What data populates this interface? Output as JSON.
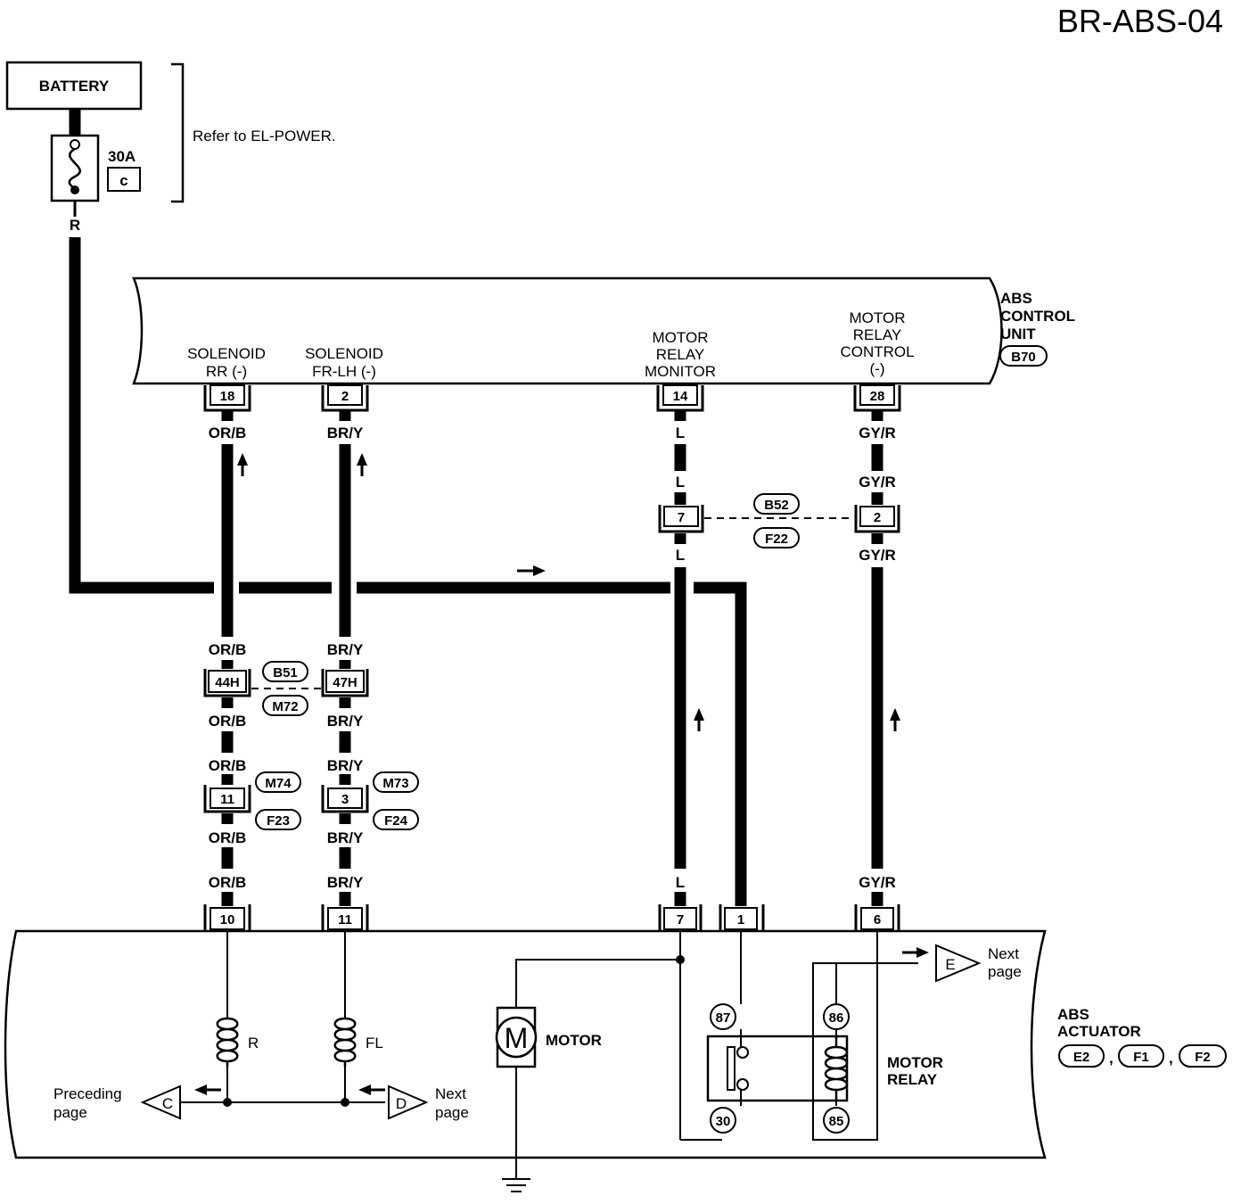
{
  "header": {
    "page_code": "BR-ABS-04"
  },
  "battery": {
    "label": "BATTERY",
    "fuse_rating": "30A",
    "fuse_id": "c",
    "reference": "Refer to EL-POWER.",
    "wire_color": "R"
  },
  "abs_control_unit": {
    "label_lines": [
      "ABS",
      "CONTROL",
      "UNIT"
    ],
    "connector": "B70",
    "terminals": [
      {
        "name_lines": [
          "SOLENOID",
          "RR (-)"
        ],
        "pin": "18",
        "wire": "OR/B"
      },
      {
        "name_lines": [
          "SOLENOID",
          "FR-LH (-)"
        ],
        "pin": "2",
        "wire": "BR/Y"
      },
      {
        "name_lines": [
          "MOTOR",
          "RELAY",
          "MONITOR"
        ],
        "pin": "14",
        "wire": "L"
      },
      {
        "name_lines": [
          "MOTOR",
          "RELAY",
          "CONTROL",
          "(-)"
        ],
        "pin": "28",
        "wire": "GY/R"
      }
    ]
  },
  "joint_b52": {
    "conn_top": "B52",
    "conn_bottom": "F22",
    "pin_left": "7",
    "pin_right": "2",
    "wire_left_top": "L",
    "wire_left_bottom": "L",
    "wire_right_top": "GY/R",
    "wire_right_bottom": "GY/R"
  },
  "joint_b51": {
    "conn_top": "B51",
    "conn_bottom": "M72",
    "pin_left": "44H",
    "pin_right": "47H",
    "wire_left_top": "OR/B",
    "wire_left_bottom": "OR/B",
    "wire_right_top": "BR/Y",
    "wire_right_bottom": "BR/Y"
  },
  "joint_m74": {
    "conn_top": "M74",
    "conn_bottom": "F23",
    "pin": "11",
    "wire_top": "OR/B",
    "wire_bottom": "OR/B"
  },
  "joint_m73": {
    "conn_top": "M73",
    "conn_bottom": "F24",
    "pin": "3",
    "wire_top": "BR/Y",
    "wire_bottom": "BR/Y"
  },
  "abs_actuator": {
    "label_lines": [
      "ABS",
      "ACTUATOR"
    ],
    "connectors": [
      "E2",
      "F1",
      "F2"
    ],
    "separator": ",",
    "terminals": [
      {
        "pin": "10",
        "wire": "OR/B"
      },
      {
        "pin": "11",
        "wire": "BR/Y"
      },
      {
        "pin": "7",
        "wire": "L"
      },
      {
        "pin": "1",
        "wire": "R"
      },
      {
        "pin": "6",
        "wire": "GY/R"
      }
    ],
    "solenoid_r": "R",
    "solenoid_fl": "FL",
    "motor_symbol": "M",
    "motor_label": "MOTOR",
    "relay_label_lines": [
      "MOTOR",
      "RELAY"
    ],
    "relay_pins": [
      "87",
      "86",
      "30",
      "85"
    ]
  },
  "links": {
    "c": {
      "letter": "C",
      "lines": [
        "Preceding",
        "page"
      ]
    },
    "d": {
      "letter": "D",
      "lines": [
        "Next",
        "page"
      ]
    },
    "e": {
      "letter": "E",
      "lines": [
        "Next",
        "page"
      ]
    }
  }
}
